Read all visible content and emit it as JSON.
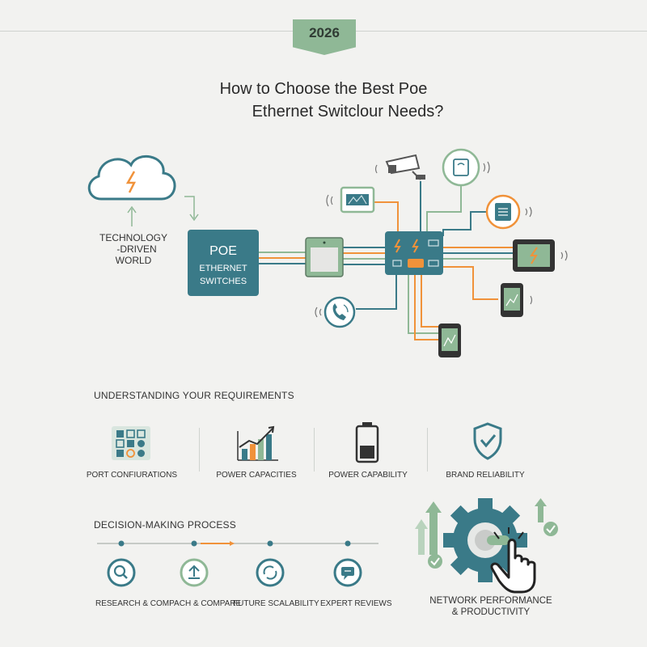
{
  "header": {
    "year": "2026",
    "title_line1": "How to Choose the Best Poe",
    "title_line2": "Ethernet Switclour Needs?"
  },
  "diagram": {
    "tech_label_line1": "TECHNOLOGY",
    "tech_label_line2": "-DRIVEN",
    "tech_label_line3": "WORLD",
    "poe_label_line1": "POE",
    "poe_label_line2": "ETHERNET",
    "poe_label_line3": "SWITCHES"
  },
  "requirements": {
    "heading": "UNDERSTANDING YOUR REQUIREMENTS",
    "items": [
      {
        "label": "PORT CONFIURATIONS",
        "icon": "port-grid-icon"
      },
      {
        "label": "POWER CAPACITIES",
        "icon": "bar-chart-icon"
      },
      {
        "label": "POWER CAPABILITY",
        "icon": "battery-icon"
      },
      {
        "label": "BRAND RELIABILITY",
        "icon": "shield-check-icon"
      }
    ]
  },
  "process": {
    "heading": "DECISION-MAKING PROCESS",
    "steps": [
      {
        "label": "RESEARCH & COMPACH & COMPARE",
        "icon": "magnifier-icon"
      },
      {
        "label": "FUTURE SCALABILITY",
        "icon": "upload-icon"
      },
      {
        "label": "EXPERT REVIEWS",
        "icon": "chat-icon"
      }
    ]
  },
  "outcome": {
    "line1": "NETWORK PERFORMANCE",
    "line2": "& PRODUCTIVITY"
  },
  "colors": {
    "teal": "#3a7a88",
    "green": "#8fb896",
    "orange": "#f0923a",
    "dark_teal": "#2f6470"
  }
}
